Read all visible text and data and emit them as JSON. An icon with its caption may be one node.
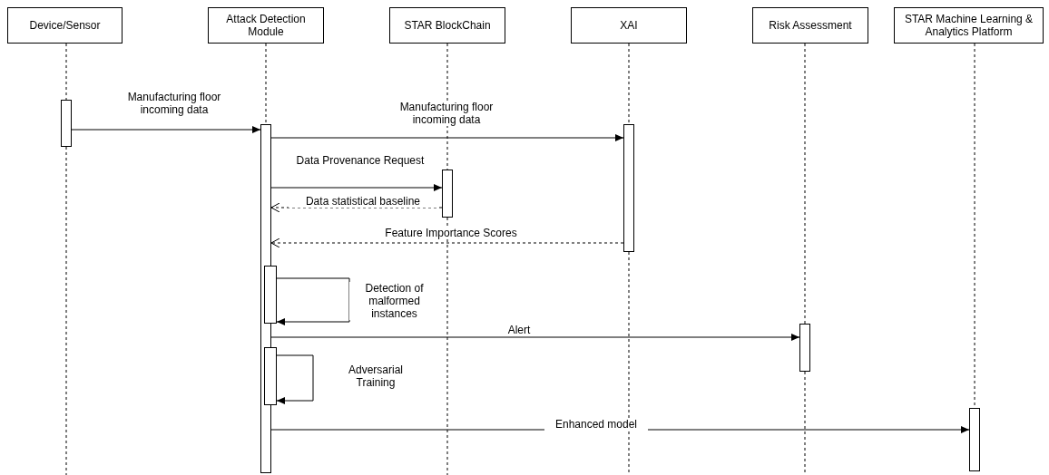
{
  "diagram": {
    "nodes": [
      {
        "text": [
          "Device/Sensor"
        ]
      },
      {
        "text": [
          "Attack Detection Module"
        ]
      },
      {
        "text": [
          "STAR BlockChain"
        ]
      },
      {
        "text": [
          "XAI"
        ]
      },
      {
        "text": [
          "Risk Assessment"
        ]
      },
      {
        "text": [
          "STAR Machine Learning & Analytics Platform"
        ]
      },
      {
        "text": [],
        "shape": "bar"
      },
      {
        "text": [],
        "shape": "bar"
      },
      {
        "text": [],
        "shape": "bar"
      },
      {
        "text": [],
        "shape": "bar"
      },
      {
        "text": [],
        "shape": "bar"
      },
      {
        "text": [],
        "shape": "bar"
      },
      {
        "text": [],
        "shape": "bar"
      },
      {
        "text": [],
        "shape": "bar"
      }
    ],
    "edges": [
      {
        "from": 6,
        "to": 7,
        "arrow": "to",
        "label": "Manufacturing floor incoming data"
      },
      {
        "from": 7,
        "to": 11,
        "arrow": "to",
        "label": "Manufacturing floor incoming data"
      },
      {
        "from": 7,
        "to": 10,
        "arrow": "to",
        "label": "Data Provenance Request"
      },
      {
        "from": 10,
        "to": 7,
        "arrow": "to",
        "label": "Data statistical baseline",
        "style": "dashed"
      },
      {
        "from": 11,
        "to": 7,
        "arrow": "to",
        "label": "Feature Importance Scores",
        "style": "dashed"
      },
      {
        "from": 8,
        "to": 8,
        "arrow": "to",
        "label": "Detection of malformed instances"
      },
      {
        "from": 7,
        "to": 12,
        "arrow": "to",
        "label": "Alert"
      },
      {
        "from": 9,
        "to": 9,
        "arrow": "to",
        "label": "Adversarial Training"
      },
      {
        "from": 7,
        "to": 13,
        "arrow": "to",
        "label": "Enhanced model"
      },
      {
        "from": 0,
        "to": 6,
        "arrow": "none",
        "style": "dashed"
      },
      {
        "from": 1,
        "to": 7,
        "arrow": "none",
        "style": "dashed"
      },
      {
        "from": 2,
        "to": 10,
        "arrow": "none",
        "style": "dashed"
      },
      {
        "from": 3,
        "to": 11,
        "arrow": "none",
        "style": "dashed"
      },
      {
        "from": 4,
        "to": 12,
        "arrow": "none",
        "style": "dashed"
      },
      {
        "from": 5,
        "to": 13,
        "arrow": "none",
        "style": "dashed"
      },
      {
        "from": 6,
        "to": null,
        "arrow": "none",
        "style": "dashed"
      },
      {
        "from": 10,
        "to": null,
        "arrow": "none",
        "style": "dashed"
      },
      {
        "from": 11,
        "to": null,
        "arrow": "none",
        "style": "dashed"
      },
      {
        "from": 12,
        "to": null,
        "arrow": "none",
        "style": "dashed"
      }
    ]
  }
}
